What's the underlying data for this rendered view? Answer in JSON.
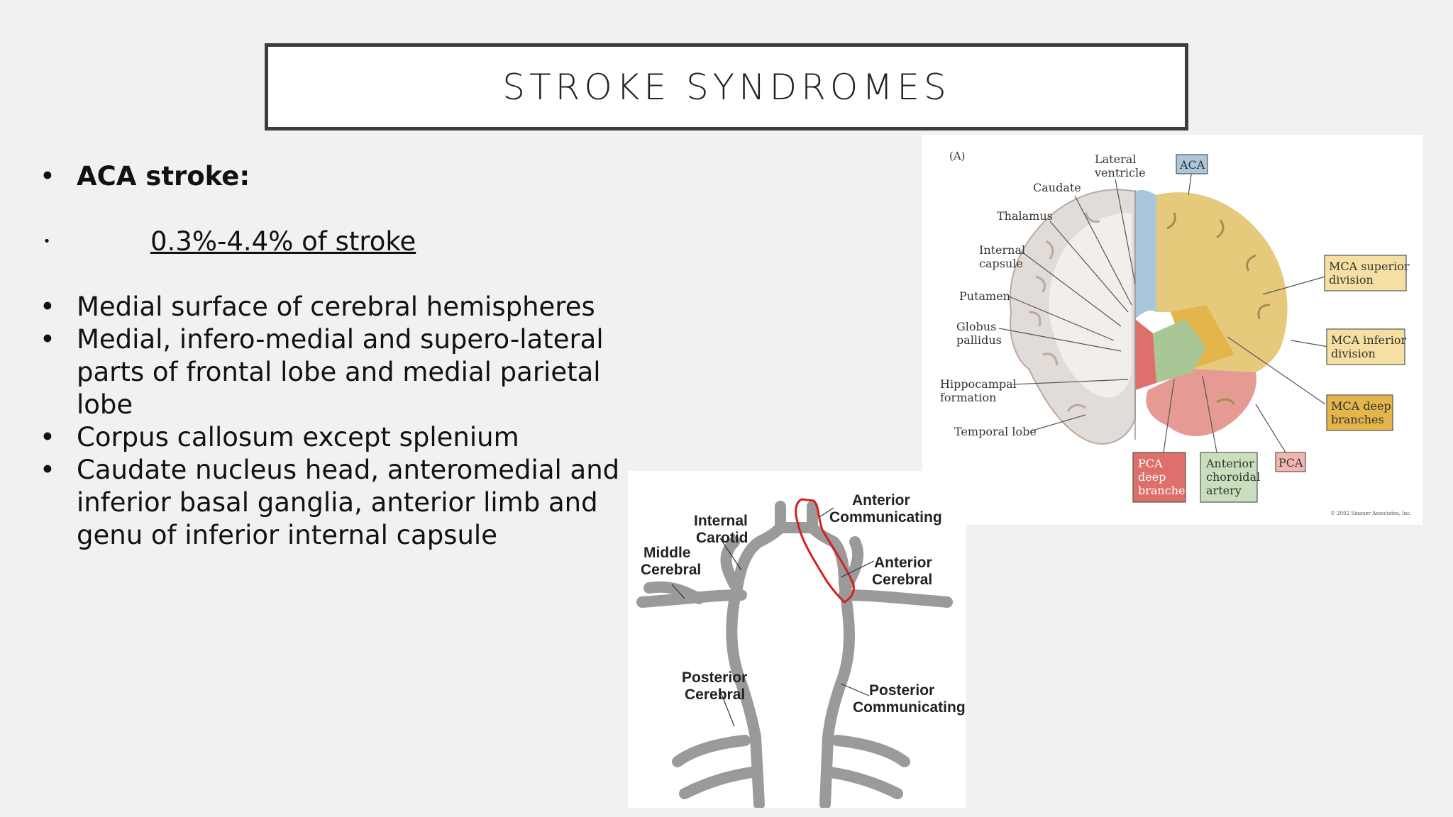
{
  "slide": {
    "title": "STROKE SYNDROMES",
    "bullets": [
      {
        "text": "ACA stroke:"
      },
      {
        "text": "0.3%-4.4% of stroke"
      },
      {
        "text": "Medial surface of cerebral hemispheres"
      },
      {
        "text": "Medial, infero-medial and supero-lateral parts of frontal lobe and medial parietal lobe"
      },
      {
        "text": "Corpus callosum except splenium"
      },
      {
        "text": "Caudate nucleus head, anteromedial and inferior basal ganglia, anterior limb and genu of inferior internal capsule"
      }
    ]
  },
  "brain_figure": {
    "panel_label": "(A)",
    "labels": {
      "lateral_ventricle": [
        "Lateral",
        "ventricle"
      ],
      "caudate": "Caudate",
      "thalamus": "Thalamus",
      "internal_capsule": [
        "Internal",
        "capsule"
      ],
      "putamen": "Putamen",
      "globus_pallidus": [
        "Globus",
        "pallidus"
      ],
      "hippocampal_formation": [
        "Hippocampal",
        "formation"
      ],
      "temporal_lobe": "Temporal lobe"
    },
    "territory_boxes": {
      "aca": "ACA",
      "mca_superior": [
        "MCA superior",
        "division"
      ],
      "mca_inferior": [
        "MCA inferior",
        "division"
      ],
      "mca_deep": [
        "MCA deep",
        "branches"
      ],
      "pca": "PCA",
      "pca_deep": [
        "PCA",
        "deep",
        "branches"
      ],
      "anterior_choroidal": [
        "Anterior",
        "choroidal",
        "artery"
      ]
    },
    "copyright": "© 2002 Sinauer Associates, Inc.",
    "colors": {
      "aca": "#a9c6da",
      "mca": "#e7c97b",
      "pca": "#e59b94",
      "choroidal": "#a7c796",
      "mca_deep": "#e3b54a"
    }
  },
  "artery_figure": {
    "labels": {
      "internal_carotid": [
        "Internal",
        "Carotid"
      ],
      "middle_cerebral": [
        "Middle",
        "Cerebral"
      ],
      "anterior_communicating": [
        "Anterior",
        "Communicating"
      ],
      "anterior_cerebral": [
        "Anterior",
        "Cerebral"
      ],
      "posterior_cerebral": [
        "Posterior",
        "Cerebral"
      ],
      "posterior_communicating": [
        "Posterior",
        "Communicating"
      ]
    },
    "highlight_color": "#d42020"
  }
}
